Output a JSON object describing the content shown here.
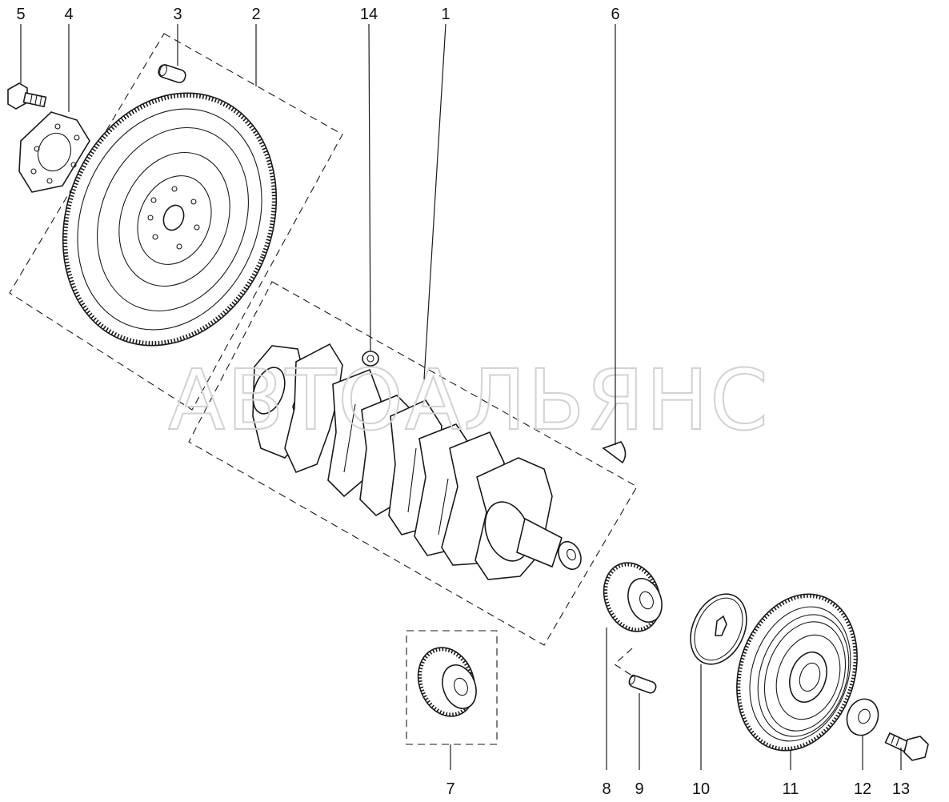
{
  "watermark": "АВТОАЛЬЯНС",
  "callouts": {
    "p1": "1",
    "p2": "2",
    "p3": "3",
    "p4": "4",
    "p5": "5",
    "p6": "6",
    "p7": "7",
    "p8": "8",
    "p9": "9",
    "p10": "10",
    "p11": "11",
    "p12": "12",
    "p13": "13",
    "p14": "14"
  }
}
